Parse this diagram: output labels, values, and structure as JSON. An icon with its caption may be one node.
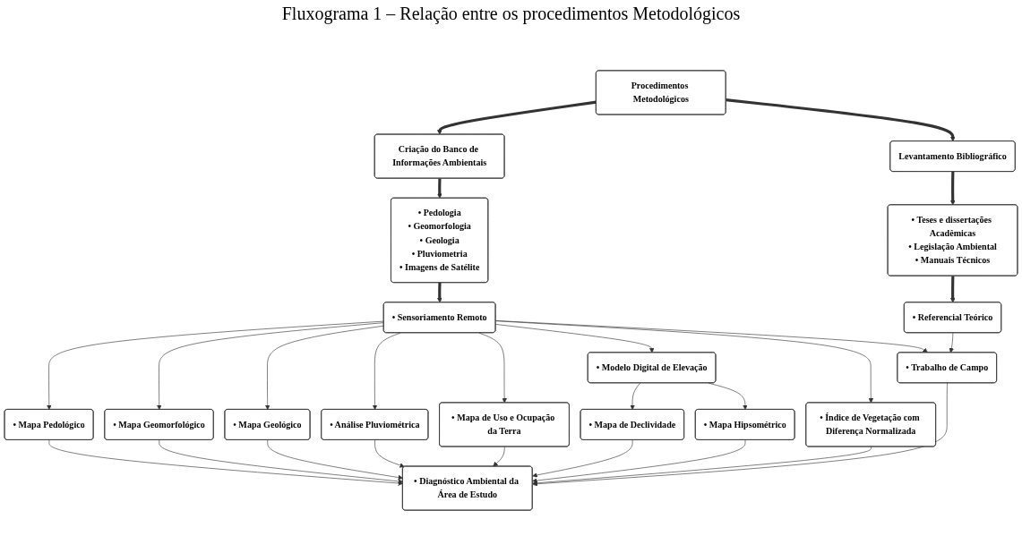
{
  "diagram": {
    "title": "Fluxograma 1 – Relação entre os procedimentos Metodológicos",
    "nodes": [
      {
        "text": [
          "Procedimentos Metodológicos"
        ]
      },
      {
        "text": [
          "Levantamento Bibliográfico"
        ]
      },
      {
        "text": [
          "Criação do Banco de Informações Ambientais"
        ]
      },
      {
        "text": [
          "• Teses e dissertações Acadêmicas",
          "• Legislação Ambiental",
          "• Manuais Técnicos"
        ]
      },
      {
        "text": [
          "• Pedologia",
          "• Geomorfologia",
          "• Geologia",
          "• Pluviometria",
          "• Imagens de Satélite"
        ]
      },
      {
        "text": [
          "• Referencial Teórico"
        ]
      },
      {
        "text": [
          "• Sensoriamento Remoto"
        ]
      },
      {
        "text": [
          "• Mapa Pedológico"
        ]
      },
      {
        "text": [
          "• Mapa Geomorfológico"
        ]
      },
      {
        "text": [
          "• Mapa Geológico"
        ]
      },
      {
        "text": [
          "• Análise Pluviométrica"
        ]
      },
      {
        "text": [
          "• Mapa de Uso e Ocupação da Terra"
        ]
      },
      {
        "text": [
          "• Modelo Digital de Elevação"
        ]
      },
      {
        "text": [
          "• Índice de Vegetação com Diferença Normalizada"
        ]
      },
      {
        "text": [
          "• Mapa de Declividade"
        ]
      },
      {
        "text": [
          "• Mapa Hipsométrico"
        ]
      },
      {
        "text": [
          "• Trabalho de Campo"
        ]
      },
      {
        "text": [
          "• Diagnóstico Ambiental da Área de Estudo"
        ]
      }
    ],
    "edges": [
      {
        "from": 0,
        "to": 1,
        "arrow": "to",
        "style": "thick"
      },
      {
        "from": 0,
        "to": 2,
        "arrow": "to",
        "style": "thick"
      },
      {
        "from": 1,
        "to": 3,
        "arrow": "to",
        "style": "thick"
      },
      {
        "from": 2,
        "to": 4,
        "arrow": "to",
        "style": "thick"
      },
      {
        "from": 3,
        "to": 5,
        "arrow": "to",
        "style": "thick"
      },
      {
        "from": 4,
        "to": 6,
        "arrow": "to",
        "style": "thick"
      },
      {
        "from": 6,
        "to": 7,
        "arrow": "to"
      },
      {
        "from": 6,
        "to": 8,
        "arrow": "to"
      },
      {
        "from": 6,
        "to": 9,
        "arrow": "to"
      },
      {
        "from": 6,
        "to": 10,
        "arrow": "to"
      },
      {
        "from": 6,
        "to": 11,
        "arrow": "to"
      },
      {
        "from": 6,
        "to": 12,
        "arrow": "to"
      },
      {
        "from": 6,
        "to": 13,
        "arrow": "to"
      },
      {
        "from": 12,
        "to": 14,
        "arrow": "to"
      },
      {
        "from": 12,
        "to": 15,
        "arrow": "to"
      },
      {
        "from": 7,
        "to": 17,
        "arrow": "to"
      },
      {
        "from": 8,
        "to": 17,
        "arrow": "to"
      },
      {
        "from": 9,
        "to": 17,
        "arrow": "to"
      },
      {
        "from": 10,
        "to": 17,
        "arrow": "to"
      },
      {
        "from": 11,
        "to": 17,
        "arrow": "to"
      },
      {
        "from": 14,
        "to": 17,
        "arrow": "to"
      },
      {
        "from": 15,
        "to": 17,
        "arrow": "to"
      },
      {
        "from": 13,
        "to": 17,
        "arrow": "to"
      },
      {
        "from": 6,
        "to": 16,
        "arrow": "to"
      },
      {
        "from": 5,
        "to": 16,
        "arrow": "to"
      },
      {
        "from": 16,
        "to": 17,
        "arrow": "to"
      }
    ]
  }
}
